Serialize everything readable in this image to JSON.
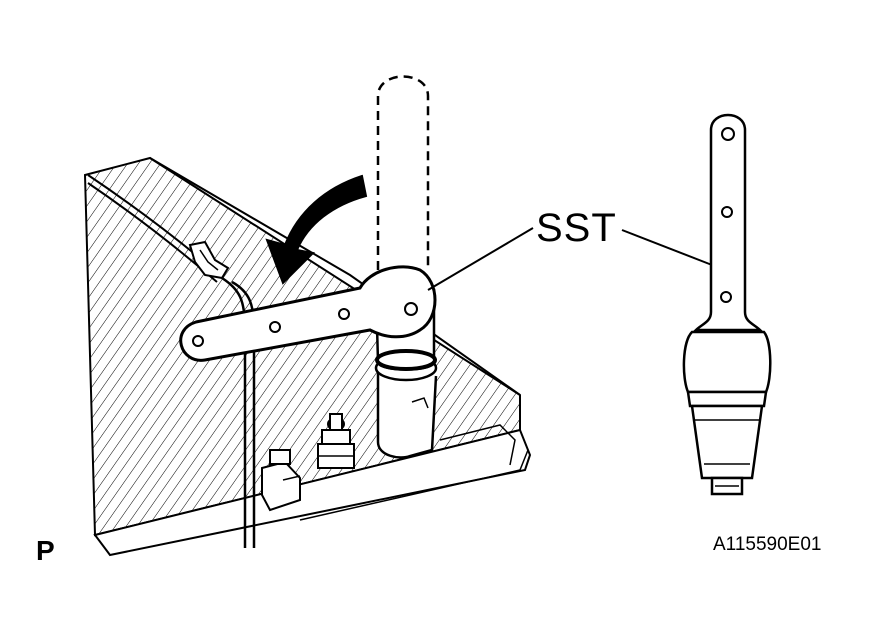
{
  "diagram": {
    "callout_label": "SST",
    "view_letter": "P",
    "figure_code": "A115590E01"
  },
  "colors": {
    "ink": "#000000",
    "paper": "#ffffff"
  },
  "icons": {
    "rotation": "curved-arrow-icon",
    "tool": "wrench-tool-icon"
  }
}
